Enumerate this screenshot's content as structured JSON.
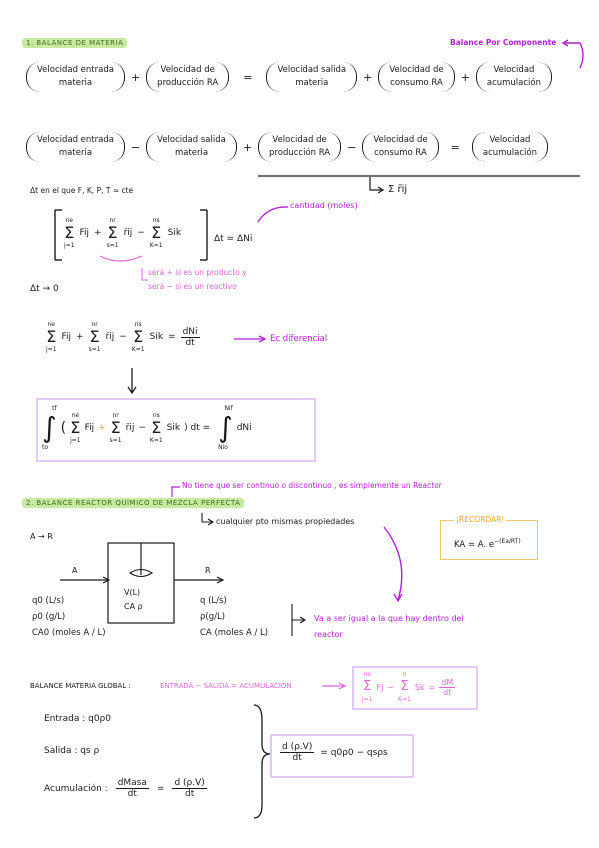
{
  "header": {
    "section1": "1. BALANCE DE MATERIA",
    "balance_note": "Balance Por Componente"
  },
  "eq1": {
    "t1a": "Velocidad entrada",
    "t1b": "materia",
    "t2a": "Velocidad de",
    "t2b": "producción RA",
    "t3a": "Velocidad salida",
    "t3b": "materia",
    "t4a": "Velocidad de",
    "t4b": "consumo   RA",
    "t5a": "Velocidad",
    "t5b": "acumulación",
    "op1": "+",
    "op2": "=",
    "op3": "+",
    "op4": "+"
  },
  "eq2": {
    "t1a": "Velocidad entrada",
    "t1b": "materia",
    "t2a": "Velocidad salida",
    "t2b": "materia",
    "t3a": "Velocidad de",
    "t3b": "producción RA",
    "t4a": "Velocidad de",
    "t4b": "consumo   RA",
    "t5a": "Velocidad",
    "t5b": "acumulación",
    "op1": "−",
    "op2": "+",
    "op3": "−",
    "op4": "=",
    "sum_label": "Σ r̄ij"
  },
  "dt_note": "Δt en el que  F, K, P, T ≈ cte",
  "bracket_eq": {
    "sum1_top": "ne",
    "sum1_bot": "j=1",
    "term1": "Fij",
    "plus": "+",
    "sum2_top": "nr",
    "sum2_bot": "s=1",
    "term2": "r̄ij",
    "minus": "−",
    "sum3_top": "ns",
    "sum3_bot": "K=1",
    "term3": "Sik",
    "rhs": "Δt   =   ΔNi",
    "moles_note": "cantidad (moles)",
    "sign_note1": "será  +  si es un producto y",
    "sign_note2": "será  −  si es un reactivo"
  },
  "limit": "Δt  →  0",
  "diff_eq": {
    "sum1_top": "ne",
    "sum1_bot": "j=1",
    "term1": "Fij",
    "plus": "+",
    "sum2_top": "nr",
    "sum2_bot": "s=1",
    "term2": "r̄ij",
    "minus": "−",
    "sum3_top": "ns",
    "sum3_bot": "K=1",
    "term3": "Sik",
    "equals": "=",
    "num": "dNi",
    "den": "dt",
    "note": "Ec diferencial"
  },
  "int_eq": {
    "lower": "to",
    "upper": "tf",
    "sum1_top": "ne",
    "sum1_bot": "j=1",
    "term1": "Fij",
    "plus": "+",
    "sum2_top": "nr",
    "sum2_bot": "s=1",
    "term2": "r̄ij",
    "minus": "−",
    "sum3_top": "ns",
    "sum3_bot": "K=1",
    "term3": "Sik",
    "dt": ") dt   =",
    "rlower": "Nio",
    "rupper": "Nif",
    "rhs": "dNi"
  },
  "section2": {
    "note_top": "No tiene que ser continuo o discontinuo  ,  es simplemente un Reactor",
    "title": "2. BALANCE REACTOR QUÍMICO DE MEZCLA PERFECTA",
    "note_under": "cualquier pto mismas propiedades",
    "recordar": "¡RECORDAR!",
    "ka_formula": "KA  =  A. e",
    "ka_exp": "−(Ea/RT)"
  },
  "reactor": {
    "reaction": "A  →  R",
    "in_label": "A",
    "out_label": "R",
    "vol": "V(L)",
    "conc": "CA  ρ",
    "in1": "q0 (L/s)",
    "in2": "ρ0 (g/L)",
    "in3": "CA0 (moles A / L)",
    "out1": "q (L/s)",
    "out2": "ρ(g/L)",
    "out3": "CA (moles A / L)",
    "note1": "Va a ser igual a la que  hay dentro del",
    "note2": "reactor"
  },
  "global": {
    "label": "BALANCE MATERIA GLOBAL :",
    "words": "ENTRADA − SALIDA = ACUMULACIÓN",
    "box_sum1_top": "ne",
    "box_sum1_bot": "j=1",
    "box_term1": "Fj",
    "box_minus": "−",
    "box_sum2_top": "n",
    "box_sum2_bot": "K=1",
    "box_term2": "Sk",
    "box_eq": "=",
    "box_num": "dM",
    "box_den": "dt",
    "entrada": "Entrada :  q0ρ0",
    "salida": "Salida :  qs ρ",
    "acum_label": "Acumulación :",
    "acum_num1": "dMasa",
    "acum_den1": "dt",
    "acum_eq": "=",
    "acum_num2": "d (ρ.V)",
    "acum_den2": "dt",
    "result_num": "d (ρ.V)",
    "result_den": "dt",
    "result_rhs": "=  q0ρ0  −  qsρs"
  }
}
